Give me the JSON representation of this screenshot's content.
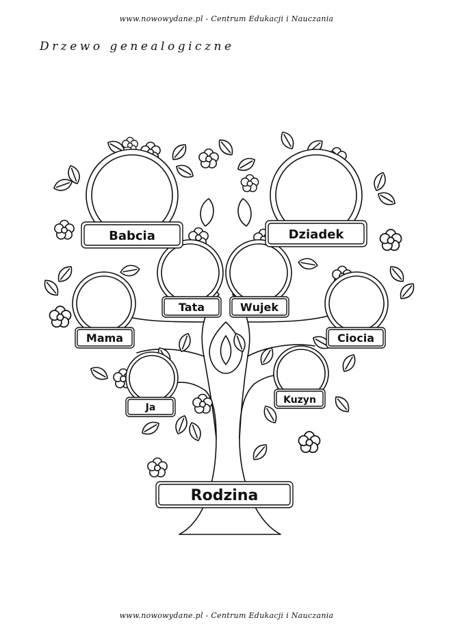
{
  "site_header": "www.nowowydane.pl - Centrum Edukacji i Nauczania",
  "site_footer": "www.nowowydane.pl - Centrum Edukacji i Nauczania",
  "worksheet_title": "Drzewo genealogiczne",
  "labels": {
    "babcia": "Babcia",
    "dziadek": "Dziadek",
    "tata": "Tata",
    "wujek": "Wujek",
    "mama": "Mama",
    "ciocia": "Ciocia",
    "ja": "Ja",
    "kuzyn": "Kuzyn",
    "rodzina": "Rodzina"
  },
  "colors": {
    "ink": "#111111",
    "paper": "#ffffff"
  },
  "icons": [
    "flower-icon",
    "leaf-icon",
    "photo-frame-icon",
    "tree-trunk-icon"
  ]
}
